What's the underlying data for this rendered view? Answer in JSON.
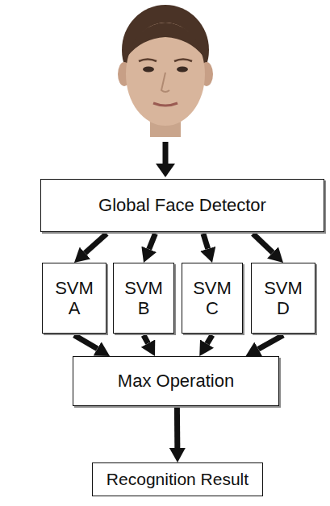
{
  "diagram": {
    "nodes": [
      {
        "text": [
          "Global Face Detector"
        ]
      },
      {
        "text": [
          "SVM A"
        ]
      },
      {
        "text": [
          "SVM B"
        ]
      },
      {
        "text": [
          "SVM C"
        ]
      },
      {
        "text": [
          "SVM D"
        ]
      },
      {
        "text": [
          "Max Operation"
        ]
      },
      {
        "text": [
          "Recognition Result"
        ]
      }
    ],
    "edges": [
      {
        "from": 0,
        "to": 1,
        "arrow": "to"
      },
      {
        "from": 0,
        "to": 2,
        "arrow": "to"
      },
      {
        "from": 0,
        "to": 3,
        "arrow": "to"
      },
      {
        "from": 0,
        "to": 4,
        "arrow": "to"
      },
      {
        "from": 1,
        "to": 5,
        "arrow": "to"
      },
      {
        "from": 2,
        "to": 5,
        "arrow": "to"
      },
      {
        "from": 3,
        "to": 5,
        "arrow": "to"
      },
      {
        "from": 4,
        "to": 5,
        "arrow": "to"
      },
      {
        "from": 5,
        "to": 6,
        "arrow": "to"
      }
    ]
  }
}
